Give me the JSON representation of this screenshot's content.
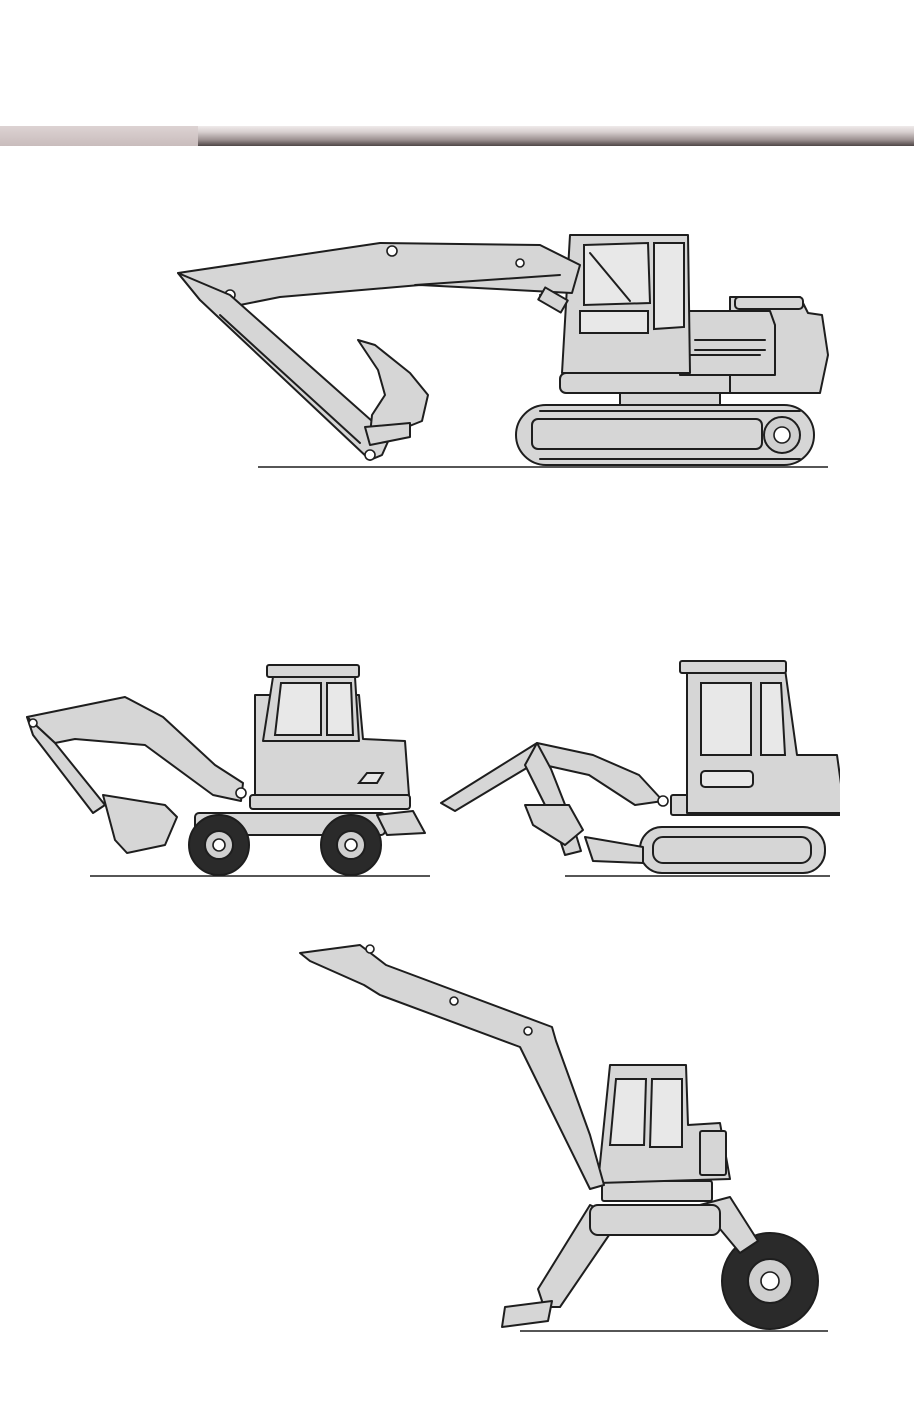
{
  "illustrations": [
    {
      "name": "crawler-excavator",
      "icon": "crawler-excavator-icon"
    },
    {
      "name": "wheeled-excavator",
      "icon": "wheeled-excavator-icon"
    },
    {
      "name": "mini-excavator",
      "icon": "mini-excavator-icon"
    },
    {
      "name": "walking-excavator",
      "icon": "walking-excavator-icon"
    }
  ],
  "colors": {
    "machine_fill": "#d6d6d6",
    "outline": "#1e1e1e",
    "tire": "#2a2a2a",
    "header_bar_light": "#ddd3d3",
    "header_bar_dark": "#4e4646"
  }
}
